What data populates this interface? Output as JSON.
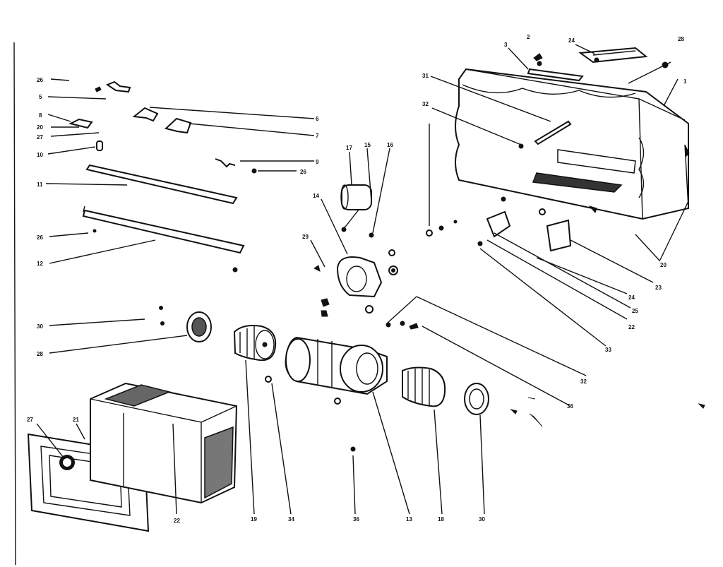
{
  "callouts": [
    {
      "id": "c-26-a",
      "text": "26"
    },
    {
      "id": "c-5",
      "text": "5"
    },
    {
      "id": "c-8",
      "text": "8"
    },
    {
      "id": "c-20-a",
      "text": "20"
    },
    {
      "id": "c-27-a",
      "text": "27"
    },
    {
      "id": "c-10",
      "text": "10"
    },
    {
      "id": "c-11",
      "text": "11"
    },
    {
      "id": "c-26-b",
      "text": "26"
    },
    {
      "id": "c-12",
      "text": "12"
    },
    {
      "id": "c-30",
      "text": "30"
    },
    {
      "id": "c-28-a",
      "text": "28"
    },
    {
      "id": "c-21",
      "text": "21"
    },
    {
      "id": "c-27-b",
      "text": "27"
    },
    {
      "id": "c-6",
      "text": "6"
    },
    {
      "id": "c-7",
      "text": "7"
    },
    {
      "id": "c-9",
      "text": "9"
    },
    {
      "id": "c-26-c",
      "text": "26"
    },
    {
      "id": "c-17",
      "text": "17"
    },
    {
      "id": "c-15",
      "text": "15"
    },
    {
      "id": "c-16",
      "text": "16"
    },
    {
      "id": "c-14",
      "text": "14"
    },
    {
      "id": "c-29",
      "text": "29"
    },
    {
      "id": "c-3",
      "text": "3"
    },
    {
      "id": "c-2",
      "text": "2"
    },
    {
      "id": "c-24-a",
      "text": "24"
    },
    {
      "id": "c-28-b",
      "text": "28"
    },
    {
      "id": "c-1",
      "text": "1"
    },
    {
      "id": "c-31",
      "text": "31"
    },
    {
      "id": "c-32-a",
      "text": "32"
    },
    {
      "id": "c-20-b",
      "text": "20"
    },
    {
      "id": "c-23-a",
      "text": "23"
    },
    {
      "id": "c-24-b",
      "text": "24"
    },
    {
      "id": "c-25",
      "text": "25"
    },
    {
      "id": "c-22",
      "text": "22"
    },
    {
      "id": "c-33",
      "text": "33"
    },
    {
      "id": "c-32-b",
      "text": "32"
    },
    {
      "id": "c-36-a",
      "text": "36"
    },
    {
      "id": "c-22-b",
      "text": "22"
    },
    {
      "id": "c-19",
      "text": "19"
    },
    {
      "id": "c-34",
      "text": "34"
    },
    {
      "id": "c-36-b",
      "text": "36"
    },
    {
      "id": "c-13",
      "text": "13"
    },
    {
      "id": "c-18",
      "text": "18"
    },
    {
      "id": "c-30-b",
      "text": "30"
    }
  ]
}
